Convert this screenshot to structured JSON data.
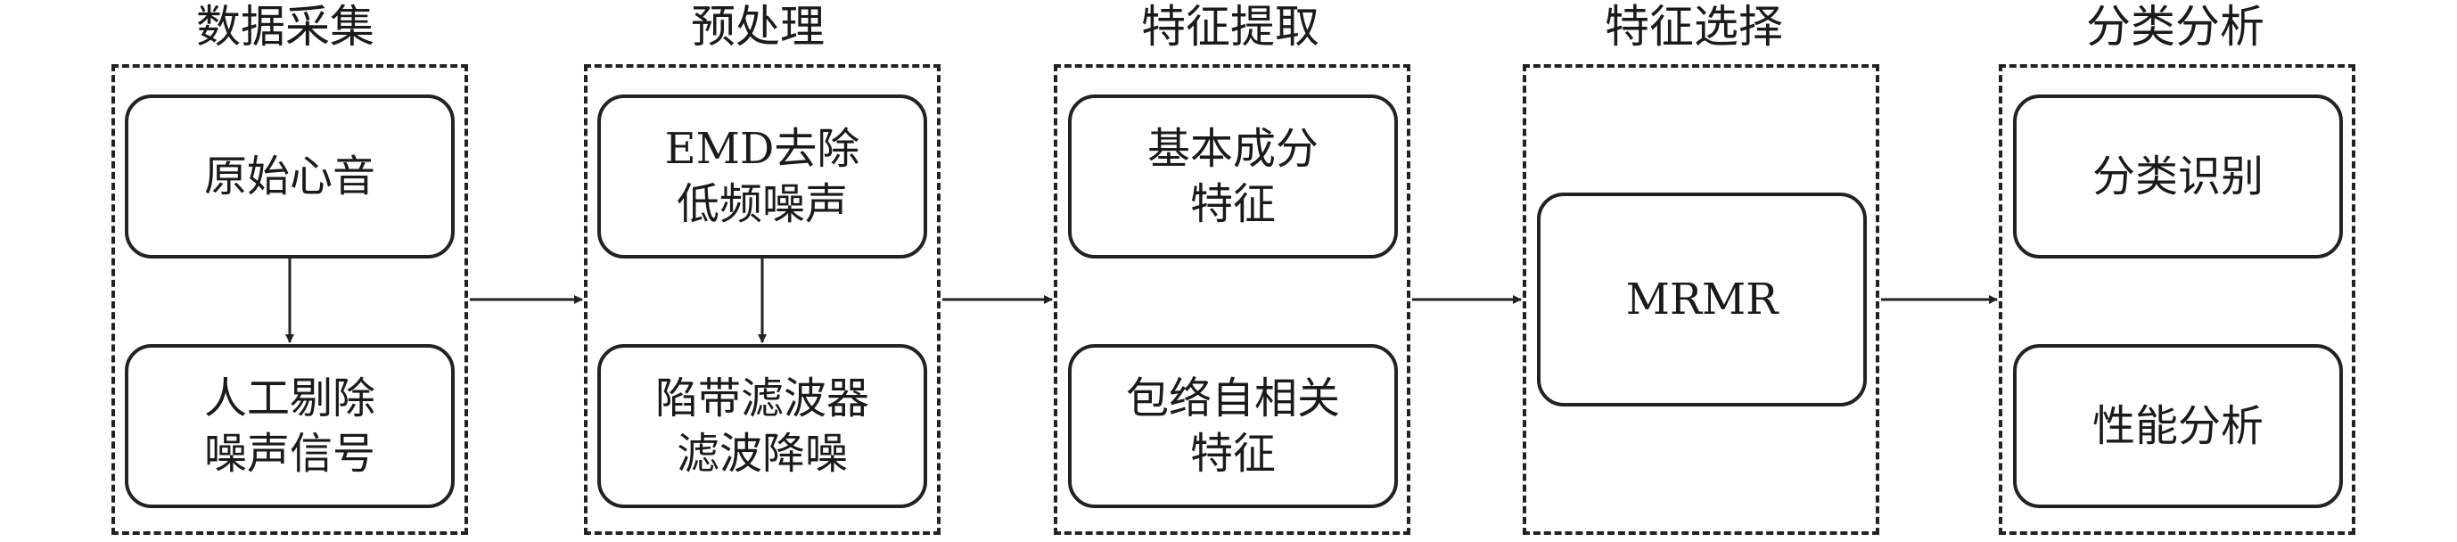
{
  "stages": [
    {
      "title": "数据采集",
      "nodes": [
        {
          "line1": "原始心音",
          "line2": ""
        },
        {
          "line1": "人工剔除",
          "line2": "噪声信号"
        }
      ]
    },
    {
      "title": "预处理",
      "nodes": [
        {
          "line1": "EMD去除",
          "line2": "低频噪声"
        },
        {
          "line1": "陷带滤波器",
          "line2": "滤波降噪"
        }
      ]
    },
    {
      "title": "特征提取",
      "nodes": [
        {
          "line1": "基本成分",
          "line2": "特征"
        },
        {
          "line1": "包络自相关",
          "line2": "特征"
        }
      ]
    },
    {
      "title": "特征选择",
      "nodes": [
        {
          "line1": "MRMR",
          "line2": ""
        }
      ]
    },
    {
      "title": "分类分析",
      "nodes": [
        {
          "line1": "分类识别",
          "line2": ""
        },
        {
          "line1": "性能分析",
          "line2": ""
        }
      ]
    }
  ]
}
